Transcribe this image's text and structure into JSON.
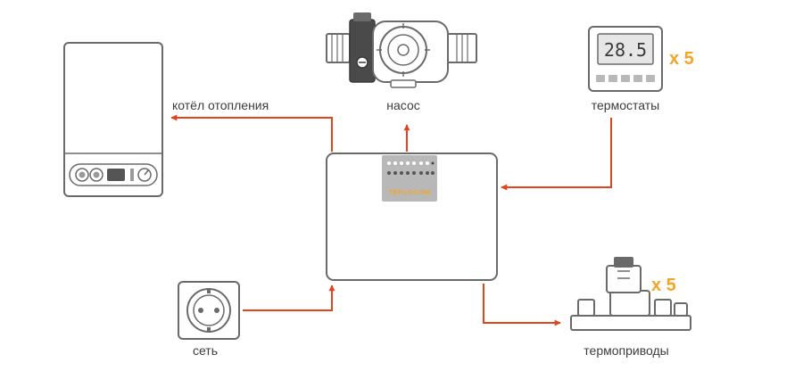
{
  "colors": {
    "arrow": "#e0451e",
    "accent": "#f5a523",
    "outline": "#6a6a6a",
    "device_fill": "#ffffff",
    "device_grey": "#b8b8b8"
  },
  "labels": {
    "boiler": "котёл отопления",
    "pump": "насос",
    "thermostats": "термостаты",
    "socket": "сеть",
    "actuators": "термоприводы"
  },
  "thermostat": {
    "display_value": "28.5",
    "multiplier": "x 5"
  },
  "actuators": {
    "multiplier": "x 5"
  },
  "controller": {
    "brand": "TEPLOCOM"
  }
}
